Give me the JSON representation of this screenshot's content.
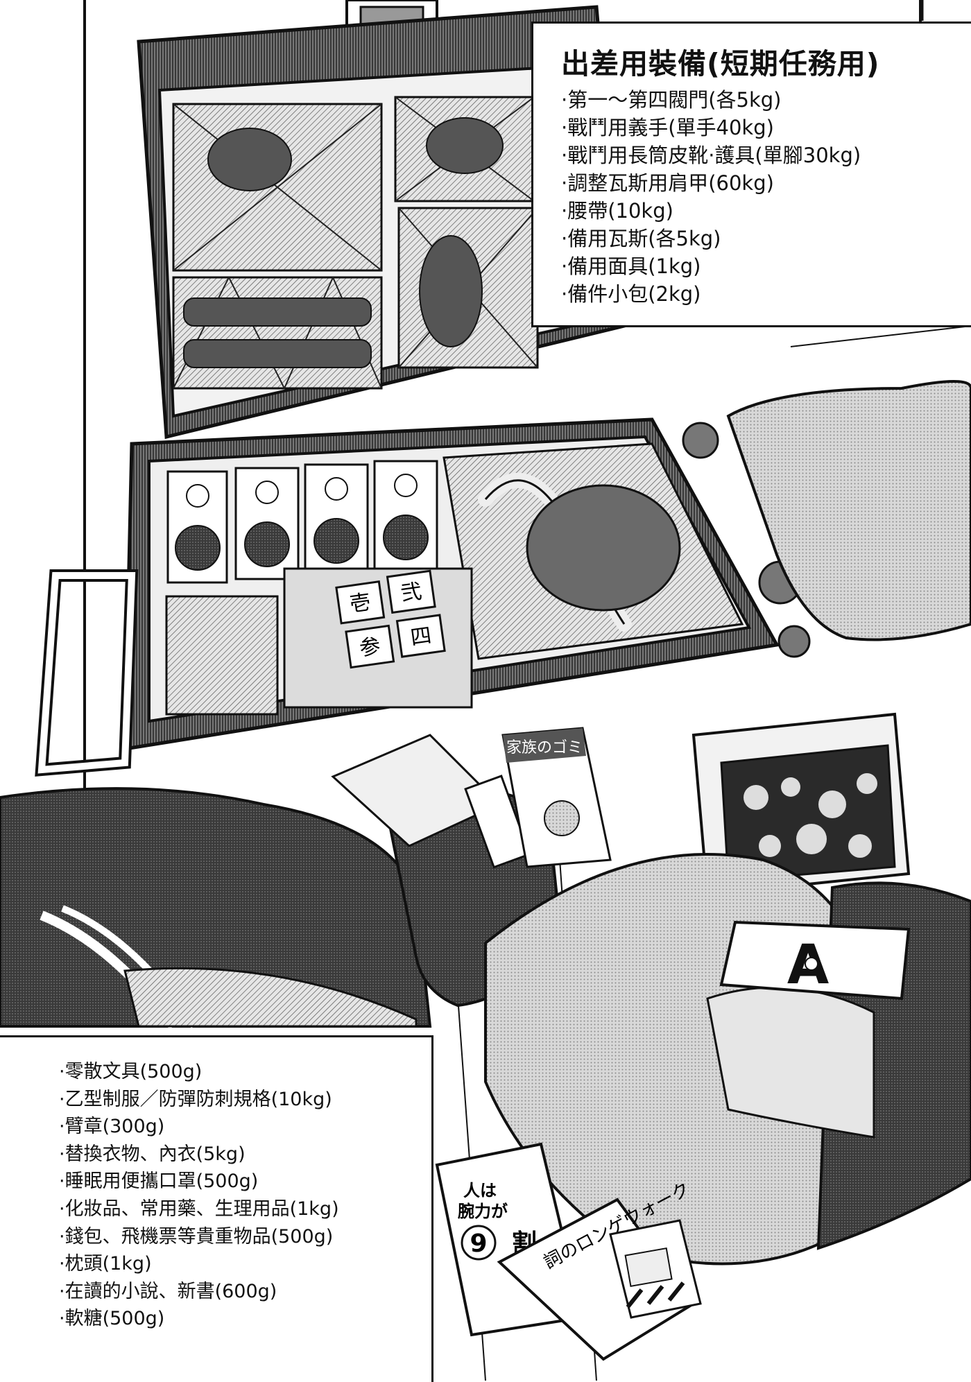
{
  "top_box": {
    "title": "出差用裝備(短期任務用)",
    "items": [
      "·第一～第四閥門(各5kg)",
      "·戰鬥用義手(單手40kg)",
      "·戰鬥用長筒皮靴·護具(單腳30kg)",
      "·調整瓦斯用肩甲(60kg)",
      "·腰帶(10kg)",
      "·備用瓦斯(各5kg)",
      "·備用面具(1kg)",
      "·備件小包(2kg)"
    ]
  },
  "bottom_box": {
    "items": [
      "·零散文具(500g)",
      "·乙型制服／防彈防刺規格(10kg)",
      "·臂章(300g)",
      "·替換衣物、內衣(5kg)",
      "·睡眠用便攜口罩(500g)",
      "·化妝品、常用藥、生理用品(1kg)",
      "·錢包、飛機票等貴重物品(500g)",
      "·枕頭(1kg)",
      "·在讀的小說、新書(600g)",
      "·軟糖(500g)"
    ]
  },
  "art_text": {
    "book_line1": "人は",
    "book_line2": "腕力が",
    "book_number": "9",
    "book_line3": "割",
    "novel_title": "詞のロンゲウォーク",
    "candy_label": "家族のゴミ",
    "armband_letter": "A",
    "tile_1": "壱",
    "tile_2": "弐",
    "tile_3": "参",
    "tile_4": "四"
  }
}
